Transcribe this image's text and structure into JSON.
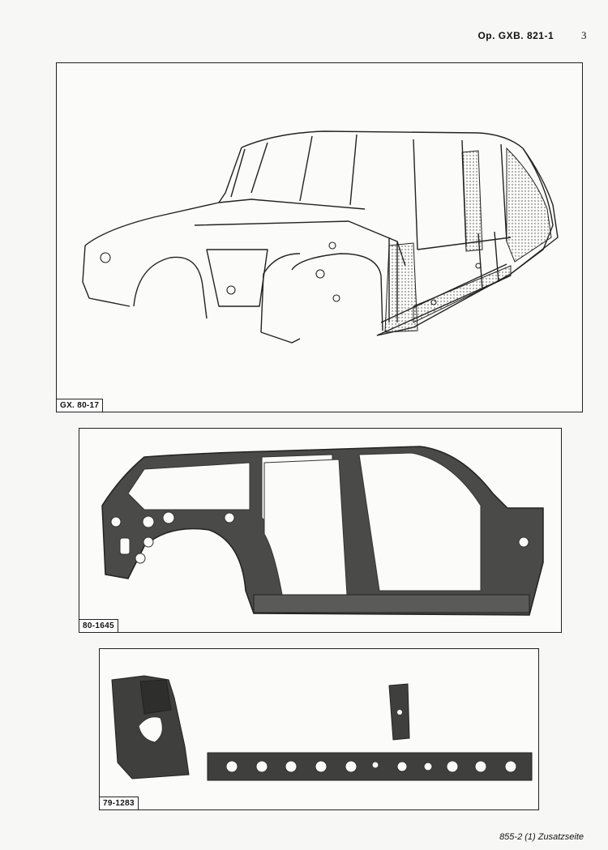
{
  "header": {
    "reference": "Op. GXB. 821-1",
    "page_number": "3"
  },
  "figures": [
    {
      "id": "fig-body-shell",
      "label": "GX. 80-17"
    },
    {
      "id": "fig-side-panel",
      "label": "80-1645"
    },
    {
      "id": "fig-repair-parts",
      "label": "79-1283"
    }
  ],
  "footer": {
    "text": "855-2 (1) Zusatzseite"
  }
}
